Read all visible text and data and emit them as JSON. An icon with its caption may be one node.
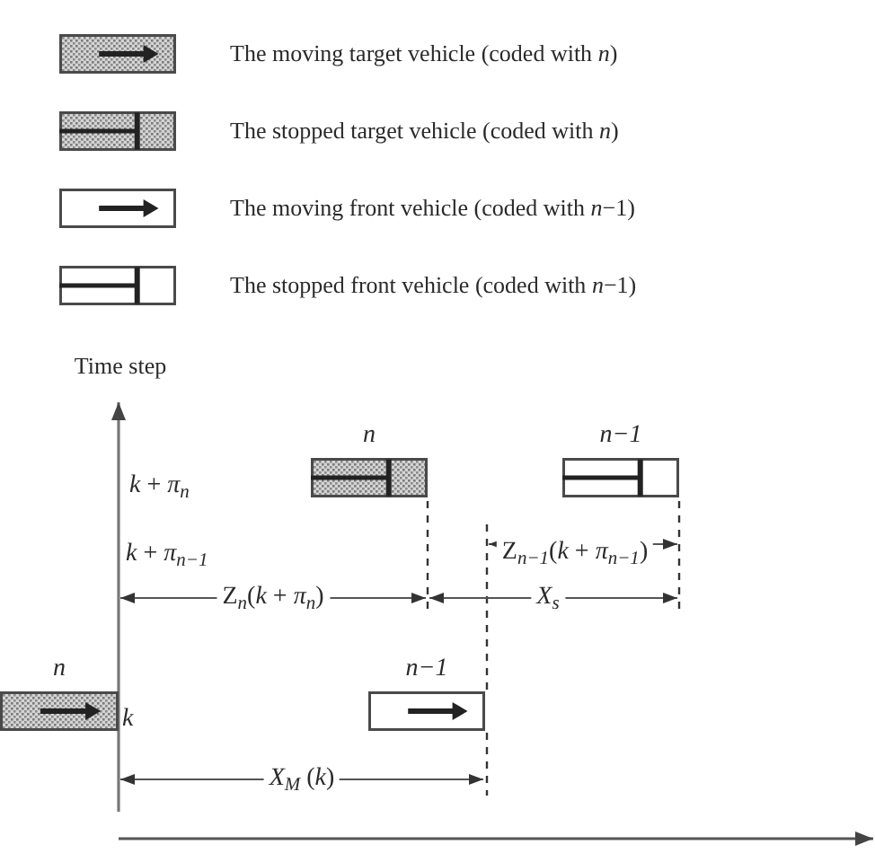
{
  "diagram": {
    "nodes": [
      {
        "text": [
          "n"
        ]
      },
      {
        "text": [
          "n−1"
        ]
      },
      {
        "text": [
          "n"
        ]
      },
      {
        "text": [
          "n−1"
        ]
      }
    ],
    "labels": [
      "Time step",
      "*k* + *π*$_{n}$",
      "*k* + *π*$_{n−1}$",
      "Z$_{n−1}$(*k* + *π*$_{n−1}$)",
      "Z$_{n}$(*k* + *π*$_{n}$)",
      "*X*$_{s}$",
      "k",
      "*X*$_{M}$ (*k*)"
    ],
    "legend": [
      {
        "text": "The moving target vehicle (coded with *n*)"
      },
      {
        "text": "The stopped target vehicle (coded with *n*)"
      },
      {
        "text": "The moving front vehicle (coded with *n*−1)"
      },
      {
        "text": "The stopped front vehicle (coded with *n*−1)"
      }
    ]
  }
}
